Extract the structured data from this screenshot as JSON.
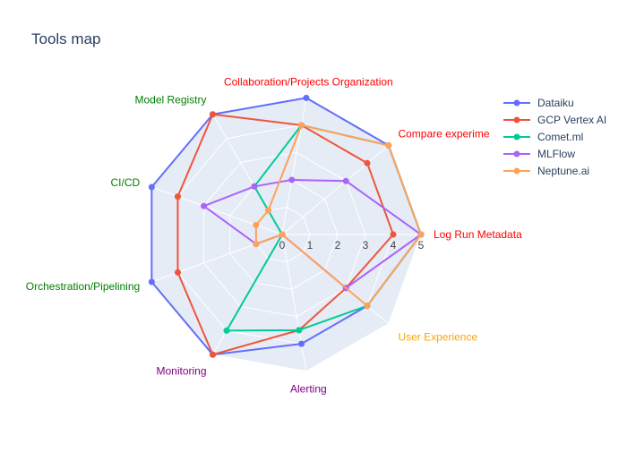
{
  "chart_data": {
    "type": "radar",
    "title": "Tools map",
    "categories": [
      "Log Run Metadata",
      "Compare experime",
      "Collaboration/Projects Organization",
      "Model Registry",
      "CI/CD",
      "Orchestration/Pipelining",
      "Monitoring",
      "Alerting",
      "User Experience"
    ],
    "category_colors": [
      "#ff0000",
      "#ff0000",
      "#ff0000",
      "#008000",
      "#008000",
      "#008000",
      "#800080",
      "#800080",
      "#ffa500"
    ],
    "radial_ticks": [
      "0",
      "1",
      "2",
      "3",
      "4",
      "5"
    ],
    "r_range": [
      0,
      5
    ],
    "grid": true,
    "legend_position": "right",
    "series": [
      {
        "name": "Dataiku",
        "color": "#636efa",
        "values": [
          5,
          5,
          5,
          5,
          5,
          5,
          5,
          4,
          4
        ]
      },
      {
        "name": "GCP Vertex AI",
        "color": "#ef553b",
        "values": [
          4,
          4,
          4,
          5,
          4,
          4,
          5,
          3.5,
          3
        ]
      },
      {
        "name": "Comet.ml",
        "color": "#00cc96",
        "values": [
          5,
          5,
          4,
          2,
          0,
          0,
          4,
          3.5,
          4
        ]
      },
      {
        "name": "MLFlow",
        "color": "#ab63fa",
        "values": [
          5,
          3,
          2,
          2,
          3,
          1,
          0,
          0,
          3
        ]
      },
      {
        "name": "Neptune.ai",
        "color": "#ffa15a",
        "values": [
          5,
          5,
          4,
          1,
          1,
          1,
          0,
          0,
          4
        ]
      }
    ]
  }
}
